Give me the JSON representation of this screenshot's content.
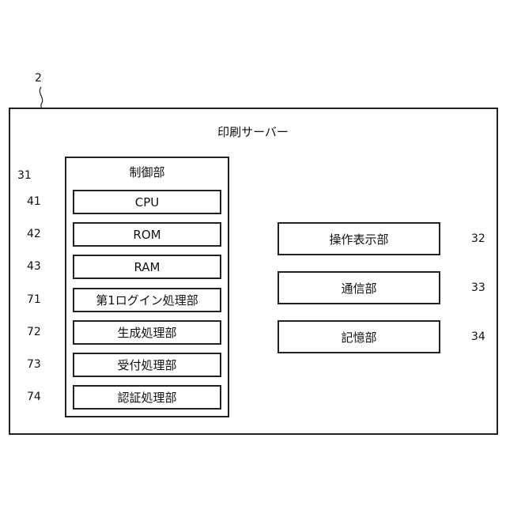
{
  "figure_ref": "2",
  "server": {
    "title": "印刷サーバー"
  },
  "control": {
    "title": "制御部",
    "ref": "31",
    "items": [
      {
        "label": "CPU",
        "ref": "41"
      },
      {
        "label": "ROM",
        "ref": "42"
      },
      {
        "label": "RAM",
        "ref": "43"
      },
      {
        "label": "第1ログイン処理部",
        "ref": "71"
      },
      {
        "label": "生成処理部",
        "ref": "72"
      },
      {
        "label": "受付処理部",
        "ref": "73"
      },
      {
        "label": "認証処理部",
        "ref": "74"
      }
    ]
  },
  "peripherals": [
    {
      "label": "操作表示部",
      "ref": "32"
    },
    {
      "label": "通信部",
      "ref": "33"
    },
    {
      "label": "記憶部",
      "ref": "34"
    }
  ]
}
